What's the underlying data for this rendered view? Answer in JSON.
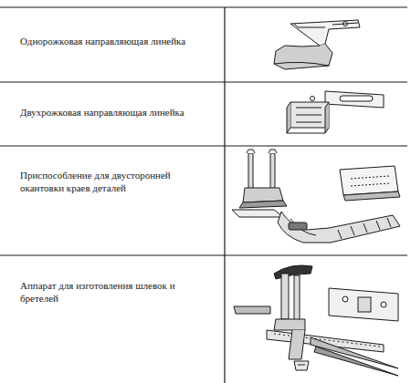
{
  "diagram": {
    "labels": [
      "Однорожковая направляющая линейка",
      "Двухрожковая направляющая линейка",
      "Приспособление для двусторонней окантовки краев деталей",
      "Аппарат для изготовления шлевок и бретелей"
    ]
  }
}
